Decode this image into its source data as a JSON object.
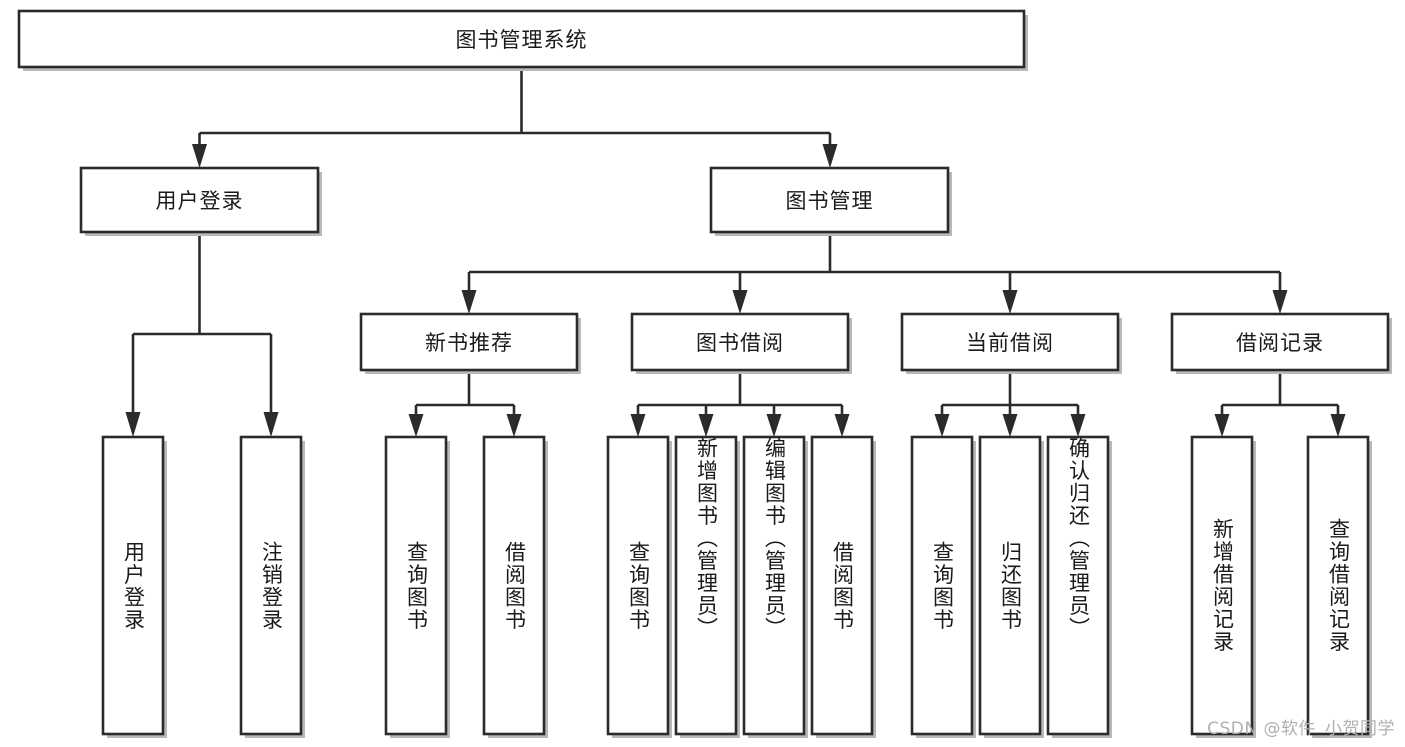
{
  "diagram": {
    "title": "图书管理系统",
    "type": "tree",
    "watermark": "CSDN @软件_小贺同学",
    "colors": {
      "box_fill": "#ffffff",
      "box_stroke": "#2b2b2b",
      "text": "#1a1a1a",
      "shadow": "#b9b9b9",
      "watermark": "#b0b0b0",
      "background": "#ffffff"
    },
    "levels": {
      "root": {
        "label": "图书管理系统"
      },
      "level1": [
        {
          "label": "用户登录"
        },
        {
          "label": "图书管理"
        }
      ],
      "level2": [
        {
          "label": "新书推荐"
        },
        {
          "label": "图书借阅"
        },
        {
          "label": "当前借阅"
        },
        {
          "label": "借阅记录"
        }
      ],
      "leaves": [
        {
          "label": "用户登录",
          "parent": "用户登录"
        },
        {
          "label": "注销登录",
          "parent": "用户登录"
        },
        {
          "label": "查询图书",
          "parent": "新书推荐"
        },
        {
          "label": "借阅图书",
          "parent": "新书推荐"
        },
        {
          "label": "查询图书",
          "parent": "图书借阅"
        },
        {
          "label": "新增图书（管理员）",
          "parent": "图书借阅"
        },
        {
          "label": "编辑图书（管理员）",
          "parent": "图书借阅"
        },
        {
          "label": "借阅图书",
          "parent": "图书借阅"
        },
        {
          "label": "查询图书",
          "parent": "当前借阅"
        },
        {
          "label": "归还图书",
          "parent": "当前借阅"
        },
        {
          "label": "确认归还（管理员）",
          "parent": "当前借阅"
        },
        {
          "label": "新增借阅记录",
          "parent": "借阅记录"
        },
        {
          "label": "查询借阅记录",
          "parent": "借阅记录"
        }
      ]
    }
  }
}
